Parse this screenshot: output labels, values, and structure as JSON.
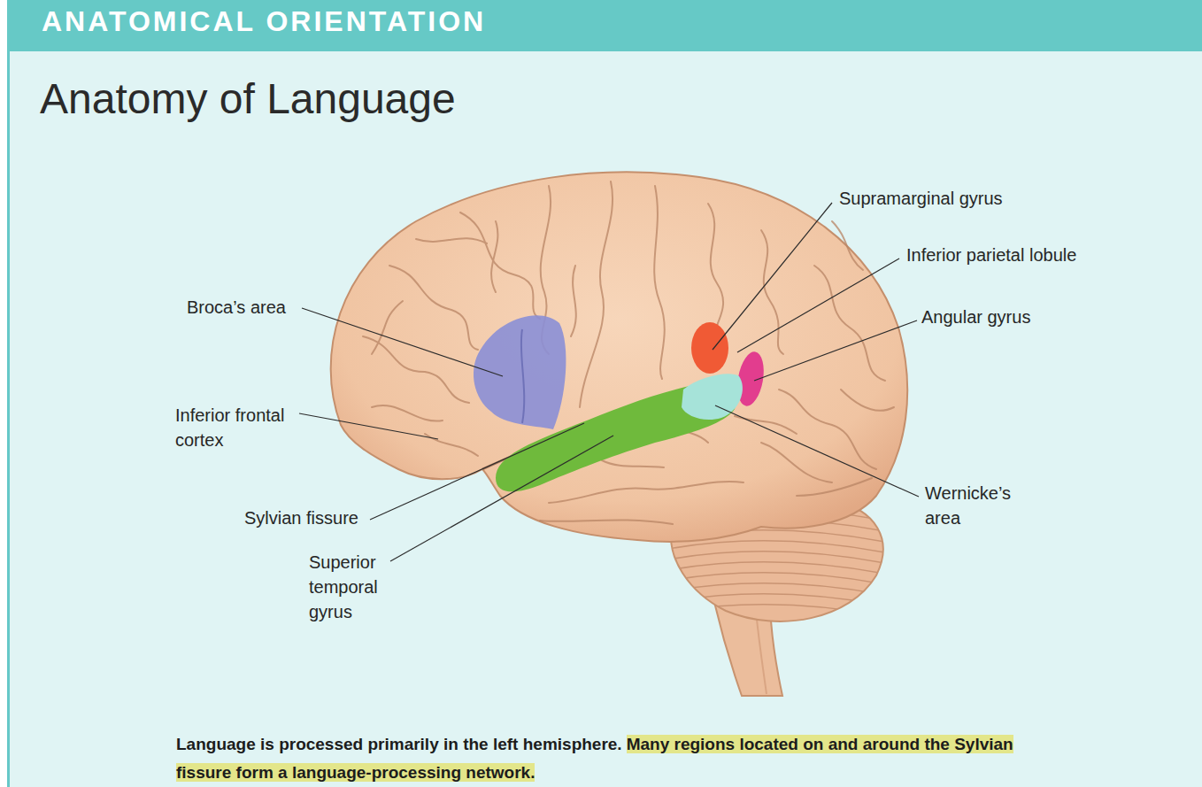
{
  "diagram": {
    "title": "Anatomy of Language",
    "labels": [
      "ANATOMICAL ORIENTATION",
      "Supramarginal gyrus",
      "Inferior parietal lobule",
      "Broca’s area",
      "Angular gyrus",
      "Inferior frontal cortex",
      "Wernicke’s area",
      "Sylvian fissure",
      "Superior temporal gyrus",
      "Language is processed primarily in the left hemisphere.",
      "Many regions located on and around the Sylvian fissure form a language-processing network."
    ]
  }
}
